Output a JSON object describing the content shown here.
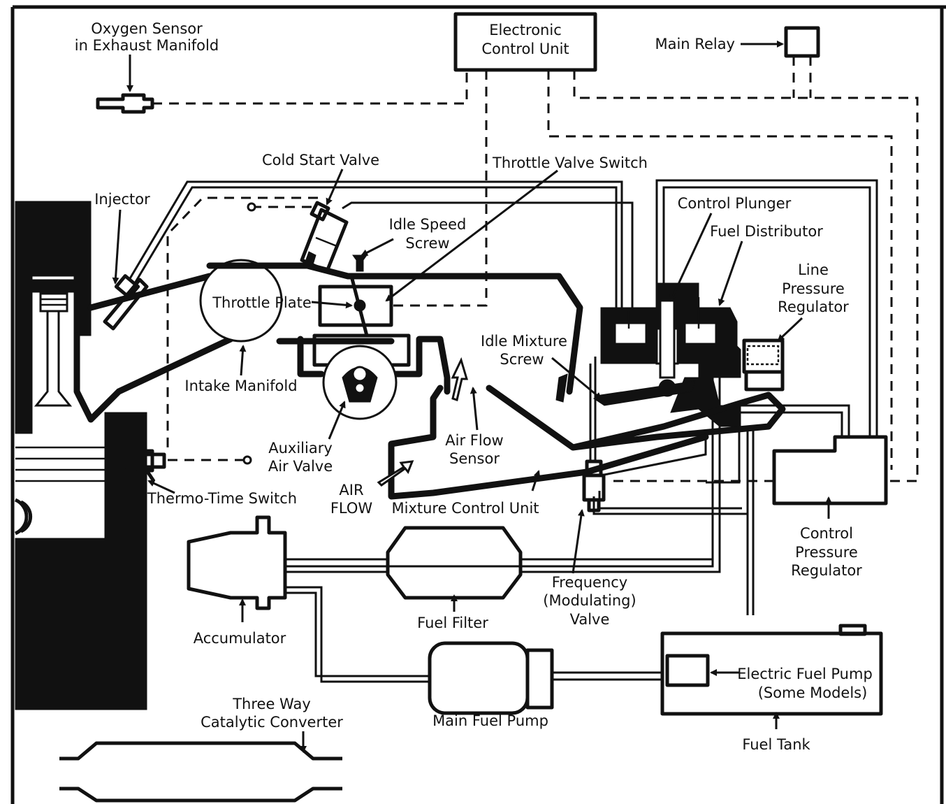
{
  "labels": {
    "oxygen_sensor_1": "Oxygen Sensor",
    "oxygen_sensor_2": "in Exhaust Manifold",
    "ecu_1": "Electronic",
    "ecu_2": "Control Unit",
    "main_relay": "Main Relay",
    "cold_start_valve": "Cold Start Valve",
    "throttle_valve_switch": "Throttle Valve Switch",
    "injector": "Injector",
    "control_plunger": "Control Plunger",
    "fuel_distributor": "Fuel Distributor",
    "idle_speed_screw_1": "Idle Speed",
    "idle_speed_screw_2": "Screw",
    "line_pressure_regulator_1": "Line",
    "line_pressure_regulator_2": "Pressure",
    "line_pressure_regulator_3": "Regulator",
    "throttle_plate": "Throttle Plate",
    "idle_mixture_screw_1": "Idle Mixture",
    "idle_mixture_screw_2": "Screw",
    "intake_manifold": "Intake Manifold",
    "auxiliary_air_valve_1": "Auxiliary",
    "auxiliary_air_valve_2": "Air Valve",
    "air_flow_sensor_1": "Air Flow",
    "air_flow_sensor_2": "Sensor",
    "air_flow_1": "AIR",
    "air_flow_2": "FLOW",
    "thermo_time_switch": "Thermo-Time Switch",
    "mixture_control_unit": "Mixture Control Unit",
    "control_pressure_regulator_1": "Control",
    "control_pressure_regulator_2": "Pressure",
    "control_pressure_regulator_3": "Regulator",
    "frequency_valve_1": "Frequency",
    "frequency_valve_2": "(Modulating)",
    "frequency_valve_3": "Valve",
    "fuel_filter": "Fuel Filter",
    "accumulator": "Accumulator",
    "electric_fuel_pump_1": "Electric Fuel Pump",
    "electric_fuel_pump_2": "(Some Models)",
    "three_way_cat_1": "Three Way",
    "three_way_cat_2": "Catalytic Converter",
    "main_fuel_pump": "Main Fuel Pump",
    "fuel_tank": "Fuel Tank"
  }
}
